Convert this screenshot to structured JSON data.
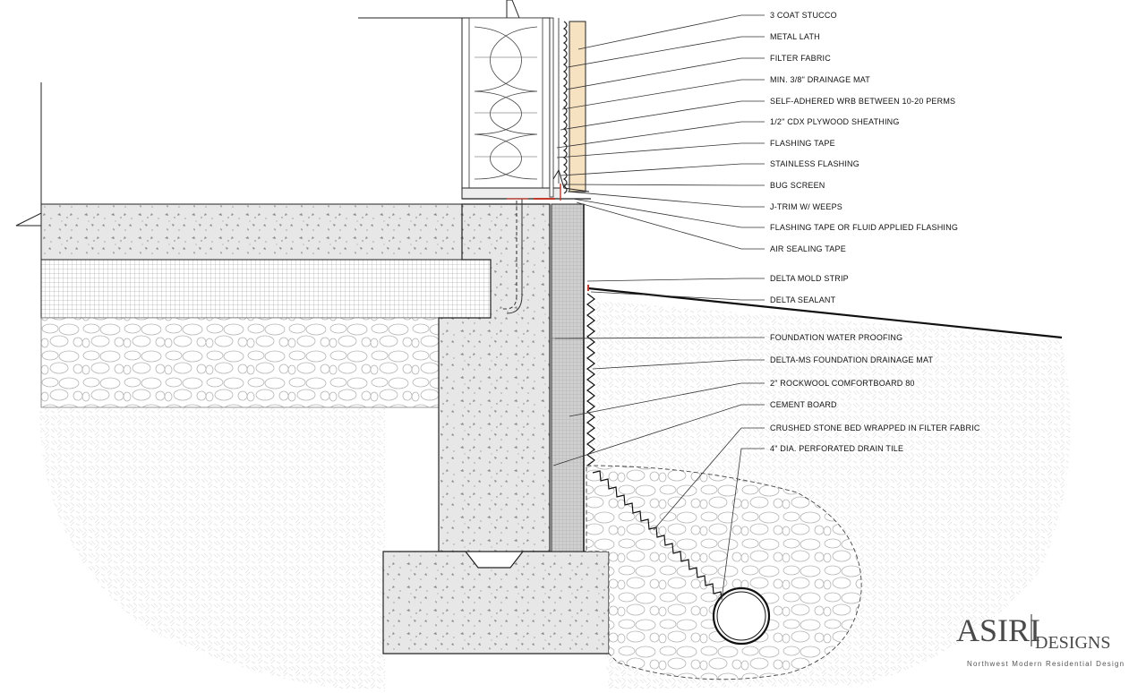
{
  "callouts": [
    "3 COAT STUCCO",
    "METAL LATH",
    "FILTER FABRIC",
    "MIN. 3/8\" DRAINAGE MAT",
    "SELF-ADHERED WRB BETWEEN 10-20 PERMS",
    "1/2\" CDX PLYWOOD SHEATHING",
    "FLASHING TAPE",
    "STAINLESS FLASHING",
    "BUG SCREEN",
    "J-TRIM W/ WEEPS",
    "FLASHING TAPE OR FLUID APPLIED FLASHING",
    "AIR SEALING TAPE",
    "DELTA MOLD STRIP",
    "DELTA SEALANT",
    "FOUNDATION WATER PROOFING",
    "DELTA-MS FOUNDATION DRAINAGE MAT",
    "2\" ROCKWOOL COMFORTBOARD 80",
    "CEMENT BOARD",
    "CRUSHED STONE BED WRAPPED IN FILTER FABRIC",
    "4\" DIA. PERFORATED DRAIN TILE"
  ],
  "brand": {
    "name": "ASIRI",
    "sub": "DESIGNS",
    "tagline": "Northwest Modern Residential Design"
  },
  "colors": {
    "ink": "#222222",
    "concrete": "#e4e4e4",
    "insulation": "#d0d0d0",
    "stucco": "#f6e1c1",
    "flashing_red": "#c0392b"
  }
}
